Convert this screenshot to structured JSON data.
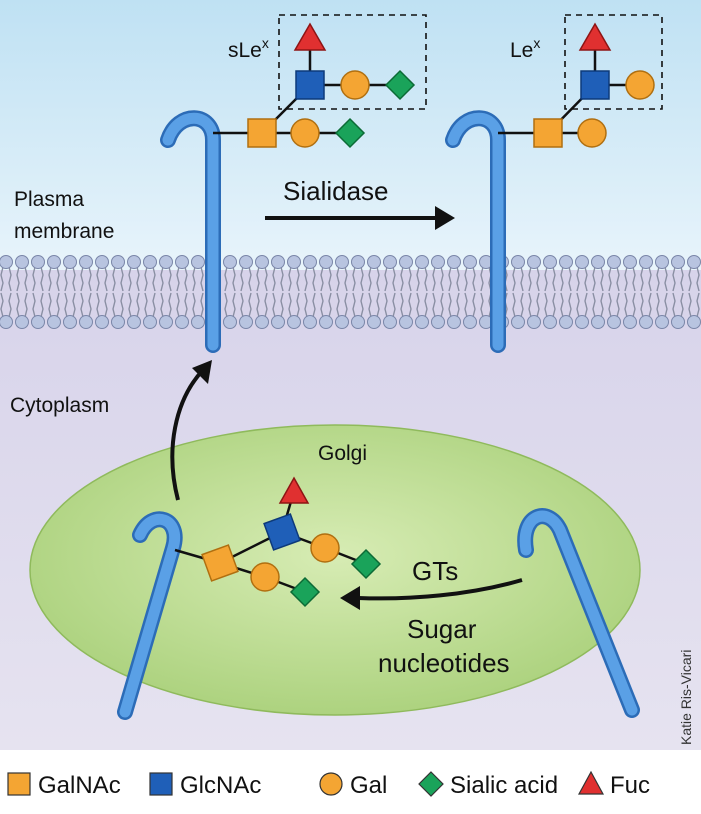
{
  "labels": {
    "slex": "sLe",
    "slex_sup": "x",
    "lex": "Le",
    "lex_sup": "x",
    "plasma_membrane_line1": "Plasma",
    "plasma_membrane_line2": "membrane",
    "sialidase": "Sialidase",
    "cytoplasm": "Cytoplasm",
    "golgi": "Golgi",
    "gts": "GTs",
    "sugar_nucleotides_line1": "Sugar",
    "sugar_nucleotides_line2": "nucleotides",
    "credit": "Katie Ris-Vicari"
  },
  "legend": [
    {
      "symbol": "square",
      "color": "#f4a533",
      "label": "GalNAc"
    },
    {
      "symbol": "square",
      "color": "#1f5fb8",
      "label": "GlcNAc"
    },
    {
      "symbol": "circle",
      "color": "#f4a533",
      "label": "Gal"
    },
    {
      "symbol": "diamond",
      "color": "#1aa35a",
      "label": "Sialic acid"
    },
    {
      "symbol": "triangle",
      "color": "#e03030",
      "label": "Fuc"
    }
  ],
  "colors": {
    "extracellular": "#dceef9",
    "cytoplasm": "#dcd8ea",
    "golgi": "#b9d98a",
    "protein": "#4a90d9",
    "lipid_head": "#b8c4e0"
  }
}
